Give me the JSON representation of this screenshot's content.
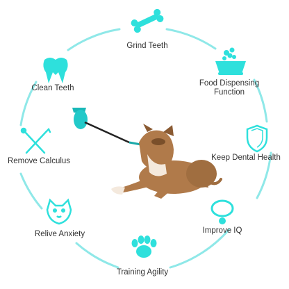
{
  "colors": {
    "accent": "#2ee0dc",
    "ring": "#8fe8e8",
    "text": "#333333",
    "dog_fur": "#b07a4a",
    "dog_light": "#f4e9dd"
  },
  "features": [
    {
      "label": "Grind Teeth",
      "icon": "bone-icon"
    },
    {
      "label": "Food Dispensing Function",
      "icon": "food-bowl-icon"
    },
    {
      "label": "Keep Dental Health",
      "icon": "shield-icon"
    },
    {
      "label": "Improve IQ",
      "icon": "collar-icon"
    },
    {
      "label": "Training Agility",
      "icon": "paw-icon"
    },
    {
      "label": "Relive Anxiety",
      "icon": "dog-face-icon"
    },
    {
      "label": "Remove Calculus",
      "icon": "dental-tools-icon"
    },
    {
      "label": "Clean Teeth",
      "icon": "tooth-icon"
    }
  ]
}
